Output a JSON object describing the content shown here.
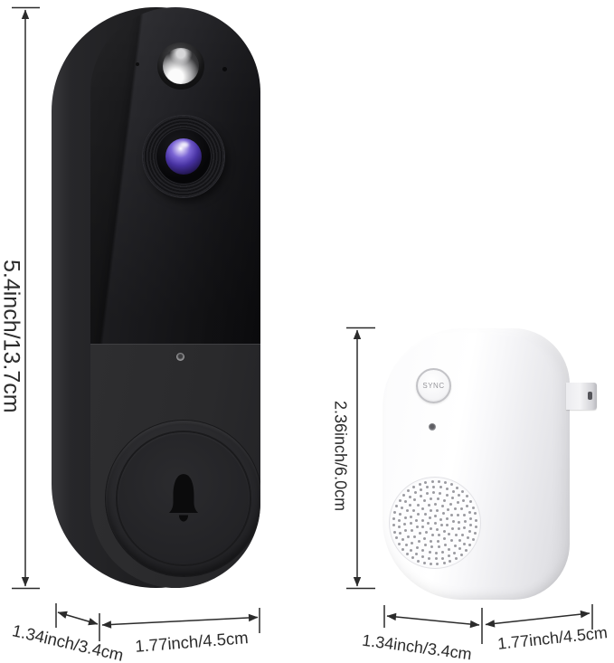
{
  "product": {
    "doorbell": {
      "label": "video-doorbell-camera",
      "dimensions": {
        "height": "5.4inch/13.7cm",
        "depth": "1.34inch/3.4cm",
        "width": "1.77inch/4.5cm"
      }
    },
    "chime": {
      "label": "plug-in-chime",
      "sync_label": "SYNC",
      "dimensions": {
        "height": "2.36inch/6.0cm",
        "depth": "1.34inch/3.4cm",
        "width": "1.77inch/4.5cm"
      }
    }
  },
  "icons": {
    "doorbell_button": "bell-icon",
    "camera": "camera-lens-icon",
    "motion_sensor": "pir-dome-icon",
    "speaker": "speaker-grille-dots"
  },
  "colors": {
    "background": "#ffffff",
    "annotation": "#2b2b2b",
    "doorbell_body": "#232325",
    "chime_body": "#ffffff",
    "lens_accent": "#4631a0"
  }
}
